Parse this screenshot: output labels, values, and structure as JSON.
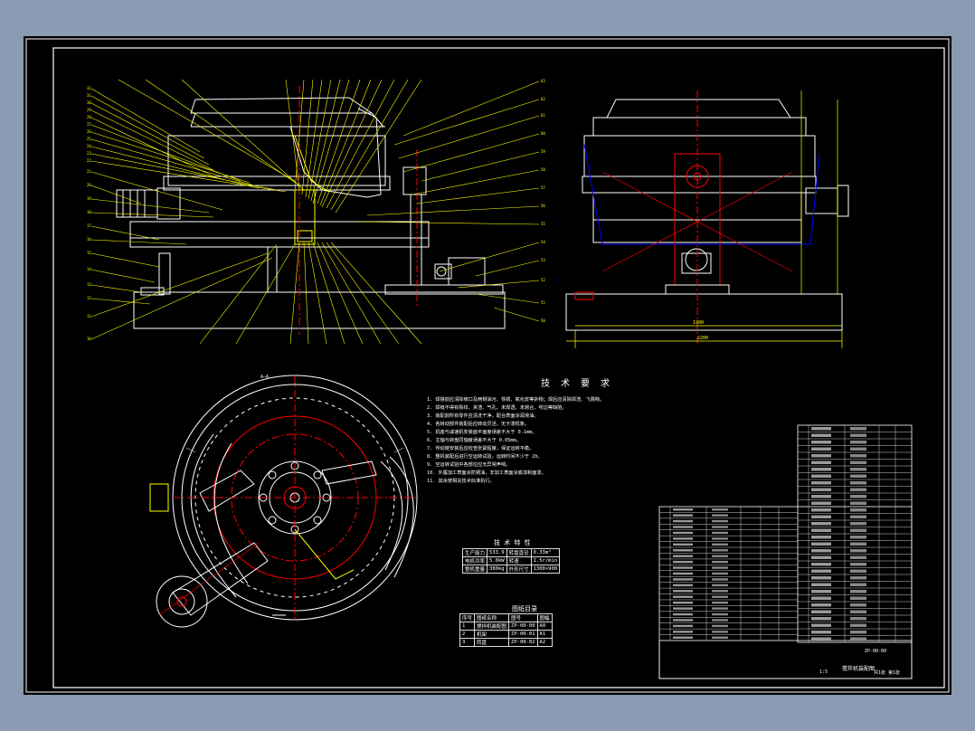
{
  "tech_requirements": {
    "title": "技 术 要 求",
    "lines": [
      "1. 焊接前应清除坡口及两侧油污、铁锈、氧化皮等杂物；焊后应清除焊渣、飞溅物。",
      "2. 焊缝不得有裂纹、夹渣、气孔、未焊透、未熔合、咬边等缺陷。",
      "3. 装配前所有零件应清洗干净，配合表面涂润滑油。",
      "4. 各转动部件装配后应转动灵活，无卡滞现象。",
      "5. 机座与减速机安装面平面度误差不大于 0.1mm。",
      "6. 主轴与转盘同轴度误差不大于 0.05mm。",
      "7. 传动链安装后应检查张紧程度，保证运转平稳。",
      "8. 整机装配后进行空运转试验，运转时间不少于 2h。",
      "9. 空运转试验中各部位应无异常声响。",
      "10. 外露加工表面涂防锈油，非加工表面涂底漆和面漆。",
      "11. 其余按相关技术标准执行。"
    ]
  },
  "tech_specs": {
    "title": "技 术 特 性",
    "rows": [
      [
        "生产能力",
        "533.9",
        "转盘直径",
        "0.33m²"
      ],
      [
        "电机功率",
        "5.0kW",
        "转速",
        "1.5r/min"
      ],
      [
        "整机重量",
        "380kg",
        "外形尺寸",
        "1300×900"
      ]
    ]
  },
  "drawing_list": {
    "title": "图纸目录",
    "headers": [
      "序号",
      "图纸名称",
      "图号",
      "图幅"
    ],
    "rows": [
      [
        "1",
        "搅拌机装配图",
        "ZP-00-00",
        "A0"
      ],
      [
        "2",
        "机架",
        "ZP-00-01",
        "A1"
      ],
      [
        "3",
        "转盘",
        "ZP-00-02",
        "A2"
      ]
    ]
  },
  "labels": {
    "section_a": "A—A",
    "dim_bottom": "1900",
    "dim_base": "2200"
  },
  "title_block": {
    "drawing_title": "搅拌机装配图",
    "drawing_no": "ZP-00-00",
    "scale": "1:5",
    "sheet": "共1张 第1张"
  },
  "bom_rows": 30
}
